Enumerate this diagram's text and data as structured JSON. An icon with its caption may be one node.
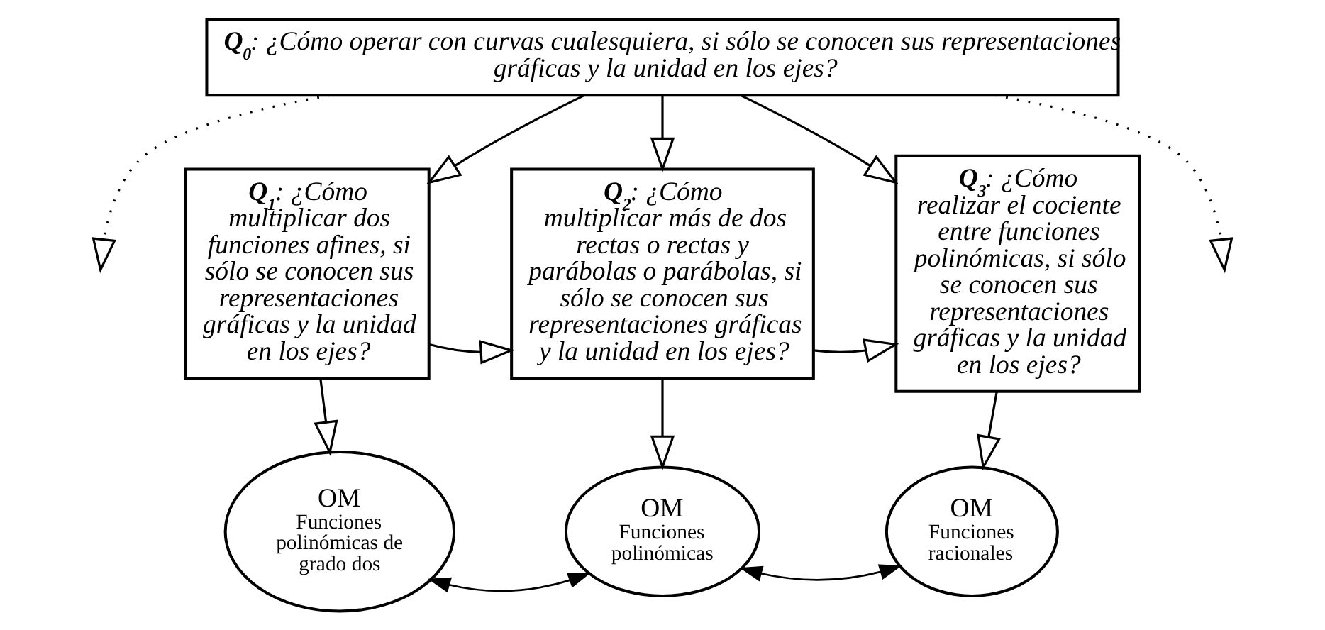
{
  "diagram": {
    "nodes": [
      {
        "text": [
          "**Q$_{0}$**: ¿Cómo operar con curvas cualesquiera, si sólo se conocen sus representaciones gráficas y la unidad en los ejes?"
        ]
      },
      {
        "text": [
          "**Q$_{1}$**: ¿Cómo multiplicar dos funciones afines, si sólo se conocen sus representaciones gráficas y la unidad en los ejes?"
        ]
      },
      {
        "text": [
          "**Q$_{2}$**: ¿Cómo multiplicar más de dos rectas o rectas y parábolas o parábolas, si sólo se conocen sus representaciones gráficas y la unidad en los ejes?"
        ]
      },
      {
        "text": [
          "**Q$_{3}$**: ¿Cómo realizar el cociente entre funciones polinómicas, si sólo se conocen sus representaciones gráficas y la unidad en los ejes?"
        ]
      },
      {
        "text": [
          "OM",
          "Funciones polinómicas de grado dos"
        ]
      },
      {
        "text": [
          "OM",
          "Funciones polinómicas"
        ]
      },
      {
        "text": [
          "OM",
          "Funciones racionales"
        ]
      }
    ],
    "edges": [
      {
        "from": 0,
        "to": null,
        "arrow": "to",
        "style": "dashed"
      },
      {
        "from": 0,
        "to": 1,
        "arrow": "to"
      },
      {
        "from": 0,
        "to": 2,
        "arrow": "to"
      },
      {
        "from": 0,
        "to": 3,
        "arrow": "to"
      },
      {
        "from": 0,
        "to": null,
        "arrow": "to",
        "style": "dashed"
      },
      {
        "from": 1,
        "to": 2,
        "arrow": "to"
      },
      {
        "from": 2,
        "to": 3,
        "arrow": "to"
      },
      {
        "from": 1,
        "to": 4,
        "arrow": "to"
      },
      {
        "from": 2,
        "to": 5,
        "arrow": "to"
      },
      {
        "from": 3,
        "to": 6,
        "arrow": "to"
      },
      {
        "from": 4,
        "to": 5,
        "arrow": "both"
      },
      {
        "from": 5,
        "to": 6,
        "arrow": "both"
      }
    ]
  }
}
